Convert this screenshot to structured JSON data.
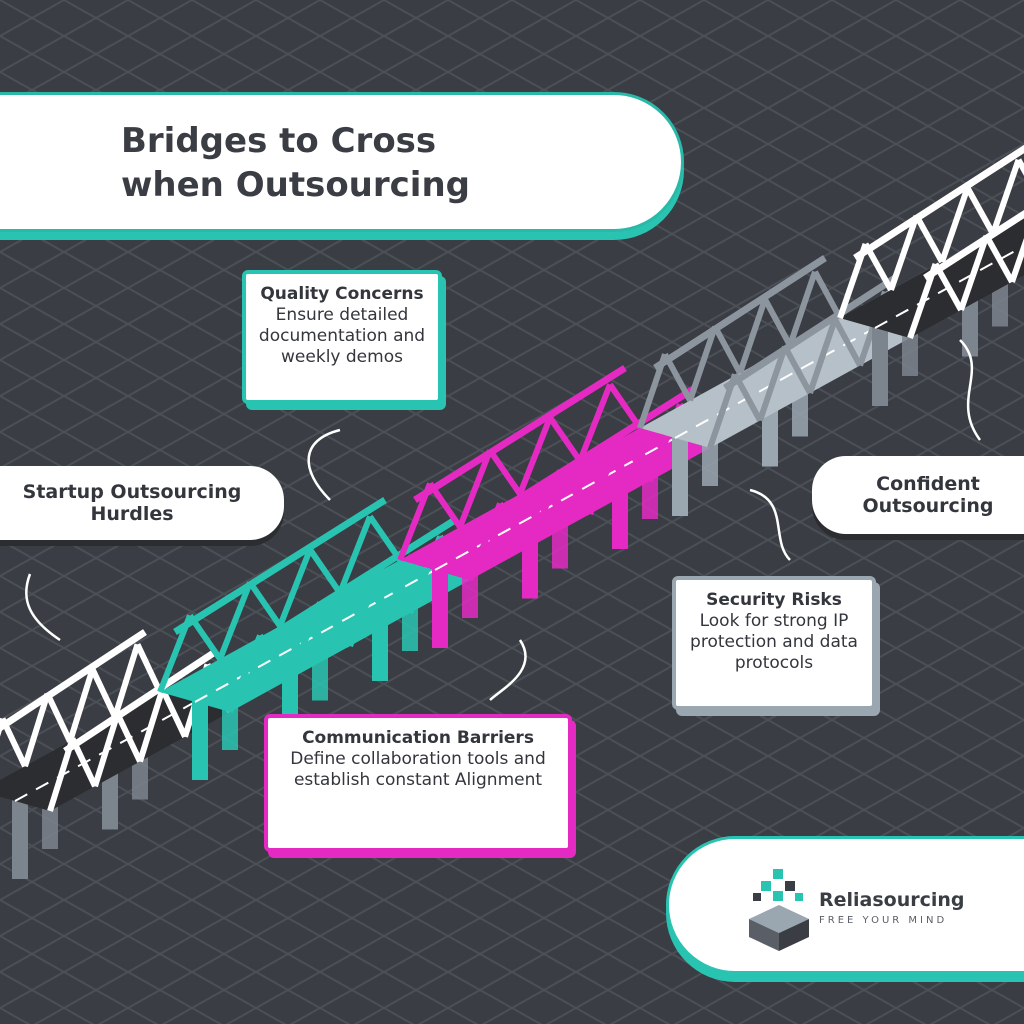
{
  "title": {
    "line1": "Bridges to Cross",
    "line2": "when Outsourcing"
  },
  "labels": {
    "start": {
      "line1": "Startup Outsourcing",
      "line2": "Hurdles"
    },
    "end": {
      "line1": "Confident",
      "line2": "Outsourcing"
    }
  },
  "quality": {
    "heading": "Quality Concerns",
    "body": "Ensure detailed documentation and weekly demos"
  },
  "security": {
    "heading": "Security Risks",
    "body": "Look for strong IP protection and data protocols"
  },
  "communication": {
    "heading": "Communication Barriers",
    "body": "Define collaboration tools and establish constant Alignment"
  },
  "brand": {
    "name": "Reliasourcing",
    "tagline": "FREE YOUR MIND"
  },
  "colors": {
    "background": "#3a3d43",
    "teal": "#29c4b1",
    "magenta": "#e52ac3",
    "grey": "#9aa6b0",
    "dark": "#2b2d31",
    "white": "#ffffff"
  }
}
